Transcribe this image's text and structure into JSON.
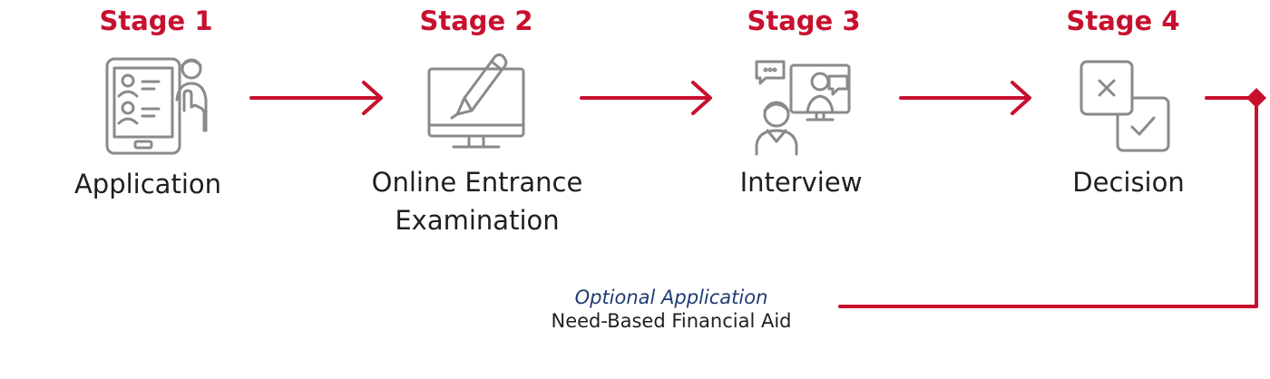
{
  "stages": [
    {
      "title": "Stage 1",
      "label": "Application",
      "icon": "application-form-icon"
    },
    {
      "title": "Stage 2",
      "label": "Online Entrance Examination",
      "icon": "monitor-pen-icon"
    },
    {
      "title": "Stage 3",
      "label": "Interview",
      "icon": "video-interview-icon"
    },
    {
      "title": "Stage 4",
      "label": "Decision",
      "icon": "decision-cross-check-icon"
    }
  ],
  "optional": {
    "heading": "Optional Application",
    "label": "Need-Based Financial Aid"
  },
  "colors": {
    "accent": "#c8102e",
    "icon": "#8a8a8a",
    "text": "#1f1f1f",
    "note": "#1f3c73"
  }
}
